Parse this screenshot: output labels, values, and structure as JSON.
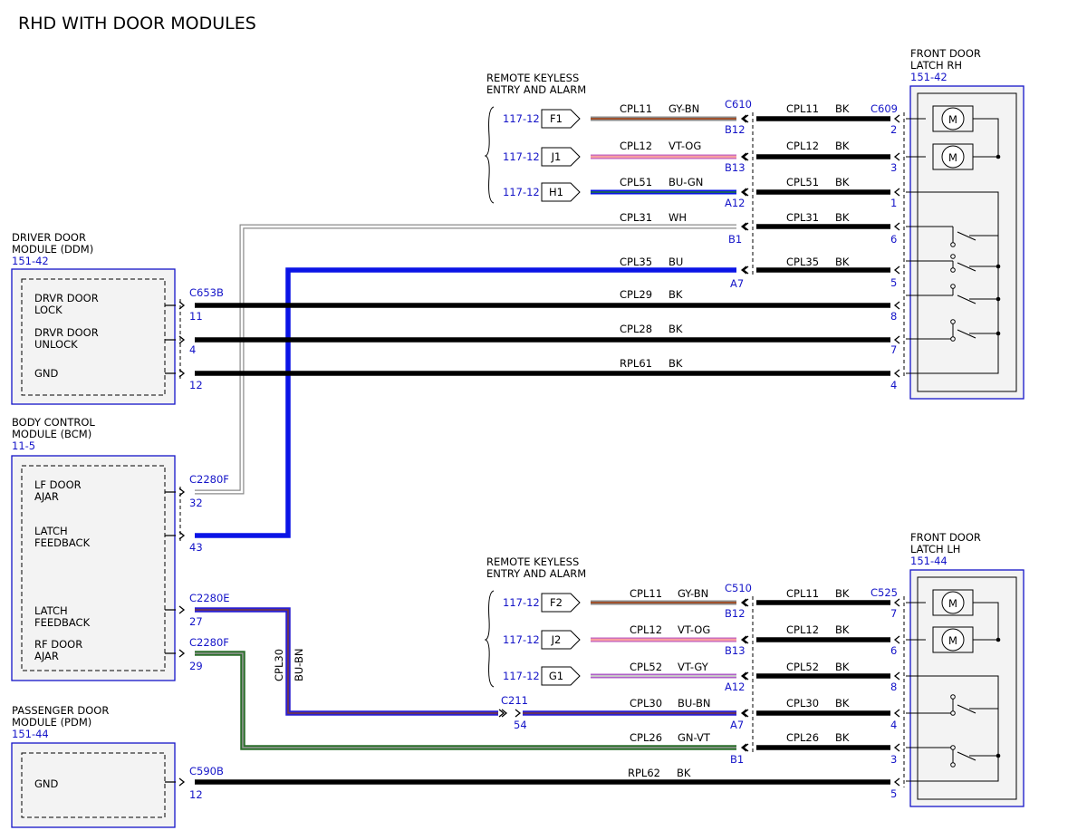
{
  "title": "RHD WITH DOOR MODULES",
  "colors": {
    "ref": "#1414c8",
    "BK": "#000000",
    "BU": "#0a14e6",
    "BU-BN": "#3c28b4",
    "GN-VT": "#2a6e2a"
  },
  "modules": {
    "ddm": {
      "name": [
        "DRIVER DOOR",
        "MODULE (DDM)"
      ],
      "ref": "151-42",
      "pins": [
        [
          "DRVR DOOR",
          "LOCK"
        ],
        [
          "DRVR DOOR",
          "UNLOCK"
        ],
        [
          "GND"
        ]
      ]
    },
    "bcm": {
      "name": [
        "BODY CONTROL",
        "MODULE (BCM)"
      ],
      "ref": "11-5",
      "pins": [
        [
          "LF DOOR",
          "AJAR"
        ],
        [
          "LATCH",
          "FEEDBACK"
        ],
        [
          "LATCH",
          "FEEDBACK"
        ],
        [
          "RF DOOR",
          "AJAR"
        ]
      ]
    },
    "pdm": {
      "name": [
        "PASSENGER DOOR",
        "MODULE (PDM)"
      ],
      "ref": "151-44",
      "pins": [
        [
          "GND"
        ]
      ]
    }
  },
  "latches": {
    "rh": {
      "name": [
        "FRONT DOOR",
        "LATCH RH"
      ],
      "ref": "151-42"
    },
    "lh": {
      "name": [
        "FRONT DOOR",
        "LATCH LH"
      ],
      "ref": "151-44"
    }
  },
  "rke_top": {
    "name": [
      "REMOTE KEYLESS",
      "ENTRY AND ALARM"
    ],
    "pins": [
      {
        "ref": "117-12",
        "pin": "F1"
      },
      {
        "ref": "117-12",
        "pin": "J1"
      },
      {
        "ref": "117-12",
        "pin": "H1"
      }
    ]
  },
  "rke_bottom": {
    "name": [
      "REMOTE KEYLESS",
      "ENTRY AND ALARM"
    ],
    "pins": [
      {
        "ref": "117-12",
        "pin": "F2"
      },
      {
        "ref": "117-12",
        "pin": "J2"
      },
      {
        "ref": "117-12",
        "pin": "G1"
      }
    ]
  },
  "connectors": {
    "c653b": "C653B",
    "c2280f_a": "C2280F",
    "c2280e": "C2280E",
    "c2280f_b": "C2280F",
    "c590b": "C590B",
    "c610": "C610",
    "c609": "C609",
    "c510": "C510",
    "c525": "C525",
    "c211": "C211"
  },
  "wires_top": [
    {
      "circuit_a": "CPL11",
      "color_a": "GY-BN",
      "pin_mid": "B12",
      "circuit_b": "CPL11",
      "color_b": "BK",
      "pin_latch": "2"
    },
    {
      "circuit_a": "CPL12",
      "color_a": "VT-OG",
      "pin_mid": "B13",
      "circuit_b": "CPL12",
      "color_b": "BK",
      "pin_latch": "3"
    },
    {
      "circuit_a": "CPL51",
      "color_a": "BU-GN",
      "pin_mid": "A12",
      "circuit_b": "CPL51",
      "color_b": "BK",
      "pin_latch": "1"
    },
    {
      "circuit_a": "CPL31",
      "color_a": "WH",
      "pin_mid": "B1",
      "circuit_b": "CPL31",
      "color_b": "BK",
      "pin_latch": "6"
    },
    {
      "circuit_a": "CPL35",
      "color_a": "BU",
      "pin_mid": "A7",
      "circuit_b": "CPL35",
      "color_b": "BK",
      "pin_latch": "5"
    },
    {
      "circuit": "CPL29",
      "color": "BK",
      "pin_module": "11",
      "pin_latch": "8"
    },
    {
      "circuit": "CPL28",
      "color": "BK",
      "pin_module": "4",
      "pin_latch": "7"
    },
    {
      "circuit": "RPL61",
      "color": "BK",
      "pin_module": "12",
      "pin_latch": "4"
    }
  ],
  "bcm_pins": [
    "32",
    "43",
    "27",
    "29"
  ],
  "vertical_wire": {
    "circuit": "CPL30",
    "color": "BU-BN"
  },
  "wires_bottom": [
    {
      "circuit_a": "CPL11",
      "color_a": "GY-BN",
      "pin_mid": "B12",
      "circuit_b": "CPL11",
      "color_b": "BK",
      "pin_latch": "7"
    },
    {
      "circuit_a": "CPL12",
      "color_a": "VT-OG",
      "pin_mid": "B13",
      "circuit_b": "CPL12",
      "color_b": "BK",
      "pin_latch": "6"
    },
    {
      "circuit_a": "CPL52",
      "color_a": "VT-GY",
      "pin_mid": "A12",
      "circuit_b": "CPL52",
      "color_b": "BK",
      "pin_latch": "8"
    },
    {
      "circuit_a": "CPL30",
      "color_a": "BU-BN",
      "pin_mid": "A7",
      "circuit_b": "CPL30",
      "color_b": "BK",
      "pin_latch": "4",
      "inline_pin": "54"
    },
    {
      "circuit_a": "CPL26",
      "color_a": "GN-VT",
      "pin_mid": "B1",
      "circuit_b": "CPL26",
      "color_b": "BK",
      "pin_latch": "3"
    },
    {
      "circuit": "RPL62",
      "color": "BK",
      "pin_module": "12",
      "pin_latch": "5"
    }
  ],
  "motor_symbol": "M"
}
